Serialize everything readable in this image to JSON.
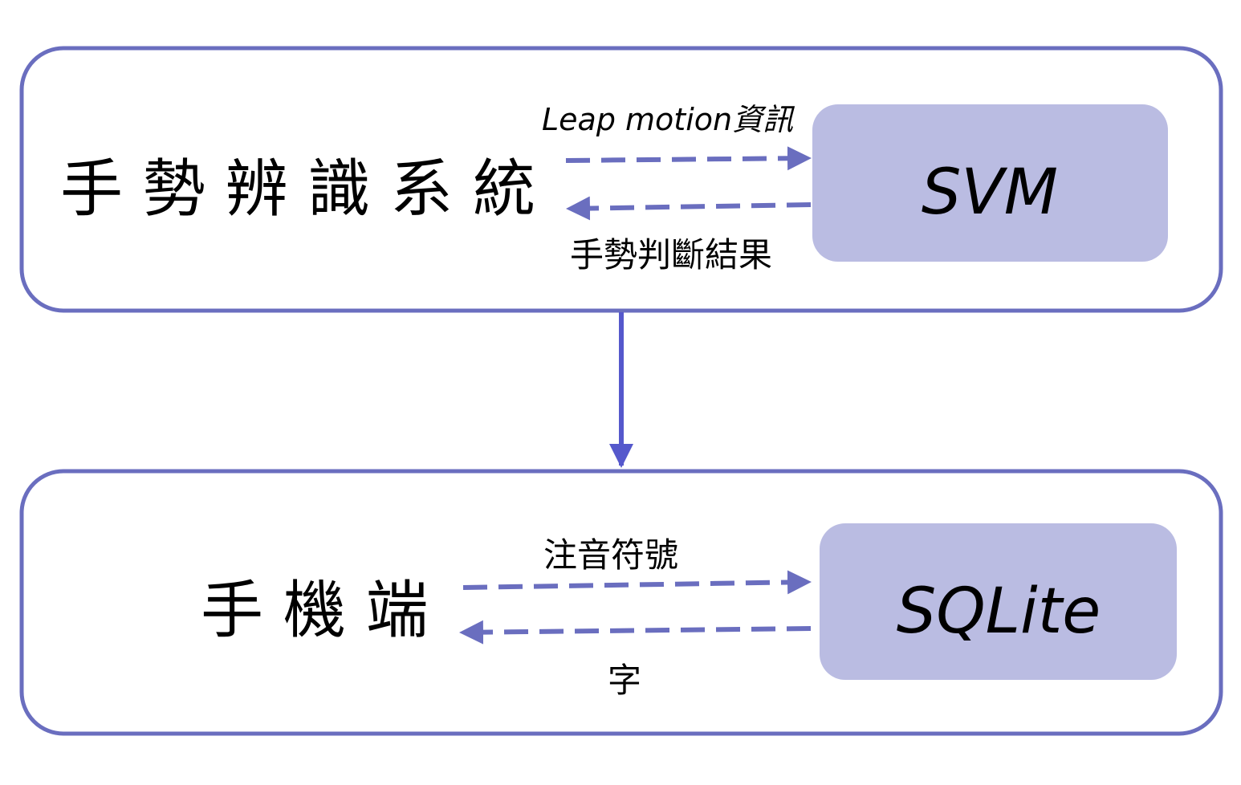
{
  "colors": {
    "container_border": "#6a6ebf",
    "node_fill": "#babce2",
    "arrow": "#6a6ebf",
    "connector": "#5558cc"
  },
  "top_group": {
    "title": "手 勢 辨 識 系 統",
    "node": "SVM",
    "forward_label": "Leap motion資訊",
    "back_label": "手勢判斷結果"
  },
  "bottom_group": {
    "title": "手 機 端",
    "node": "SQLite",
    "forward_label": "注音符號",
    "back_label": "字"
  }
}
